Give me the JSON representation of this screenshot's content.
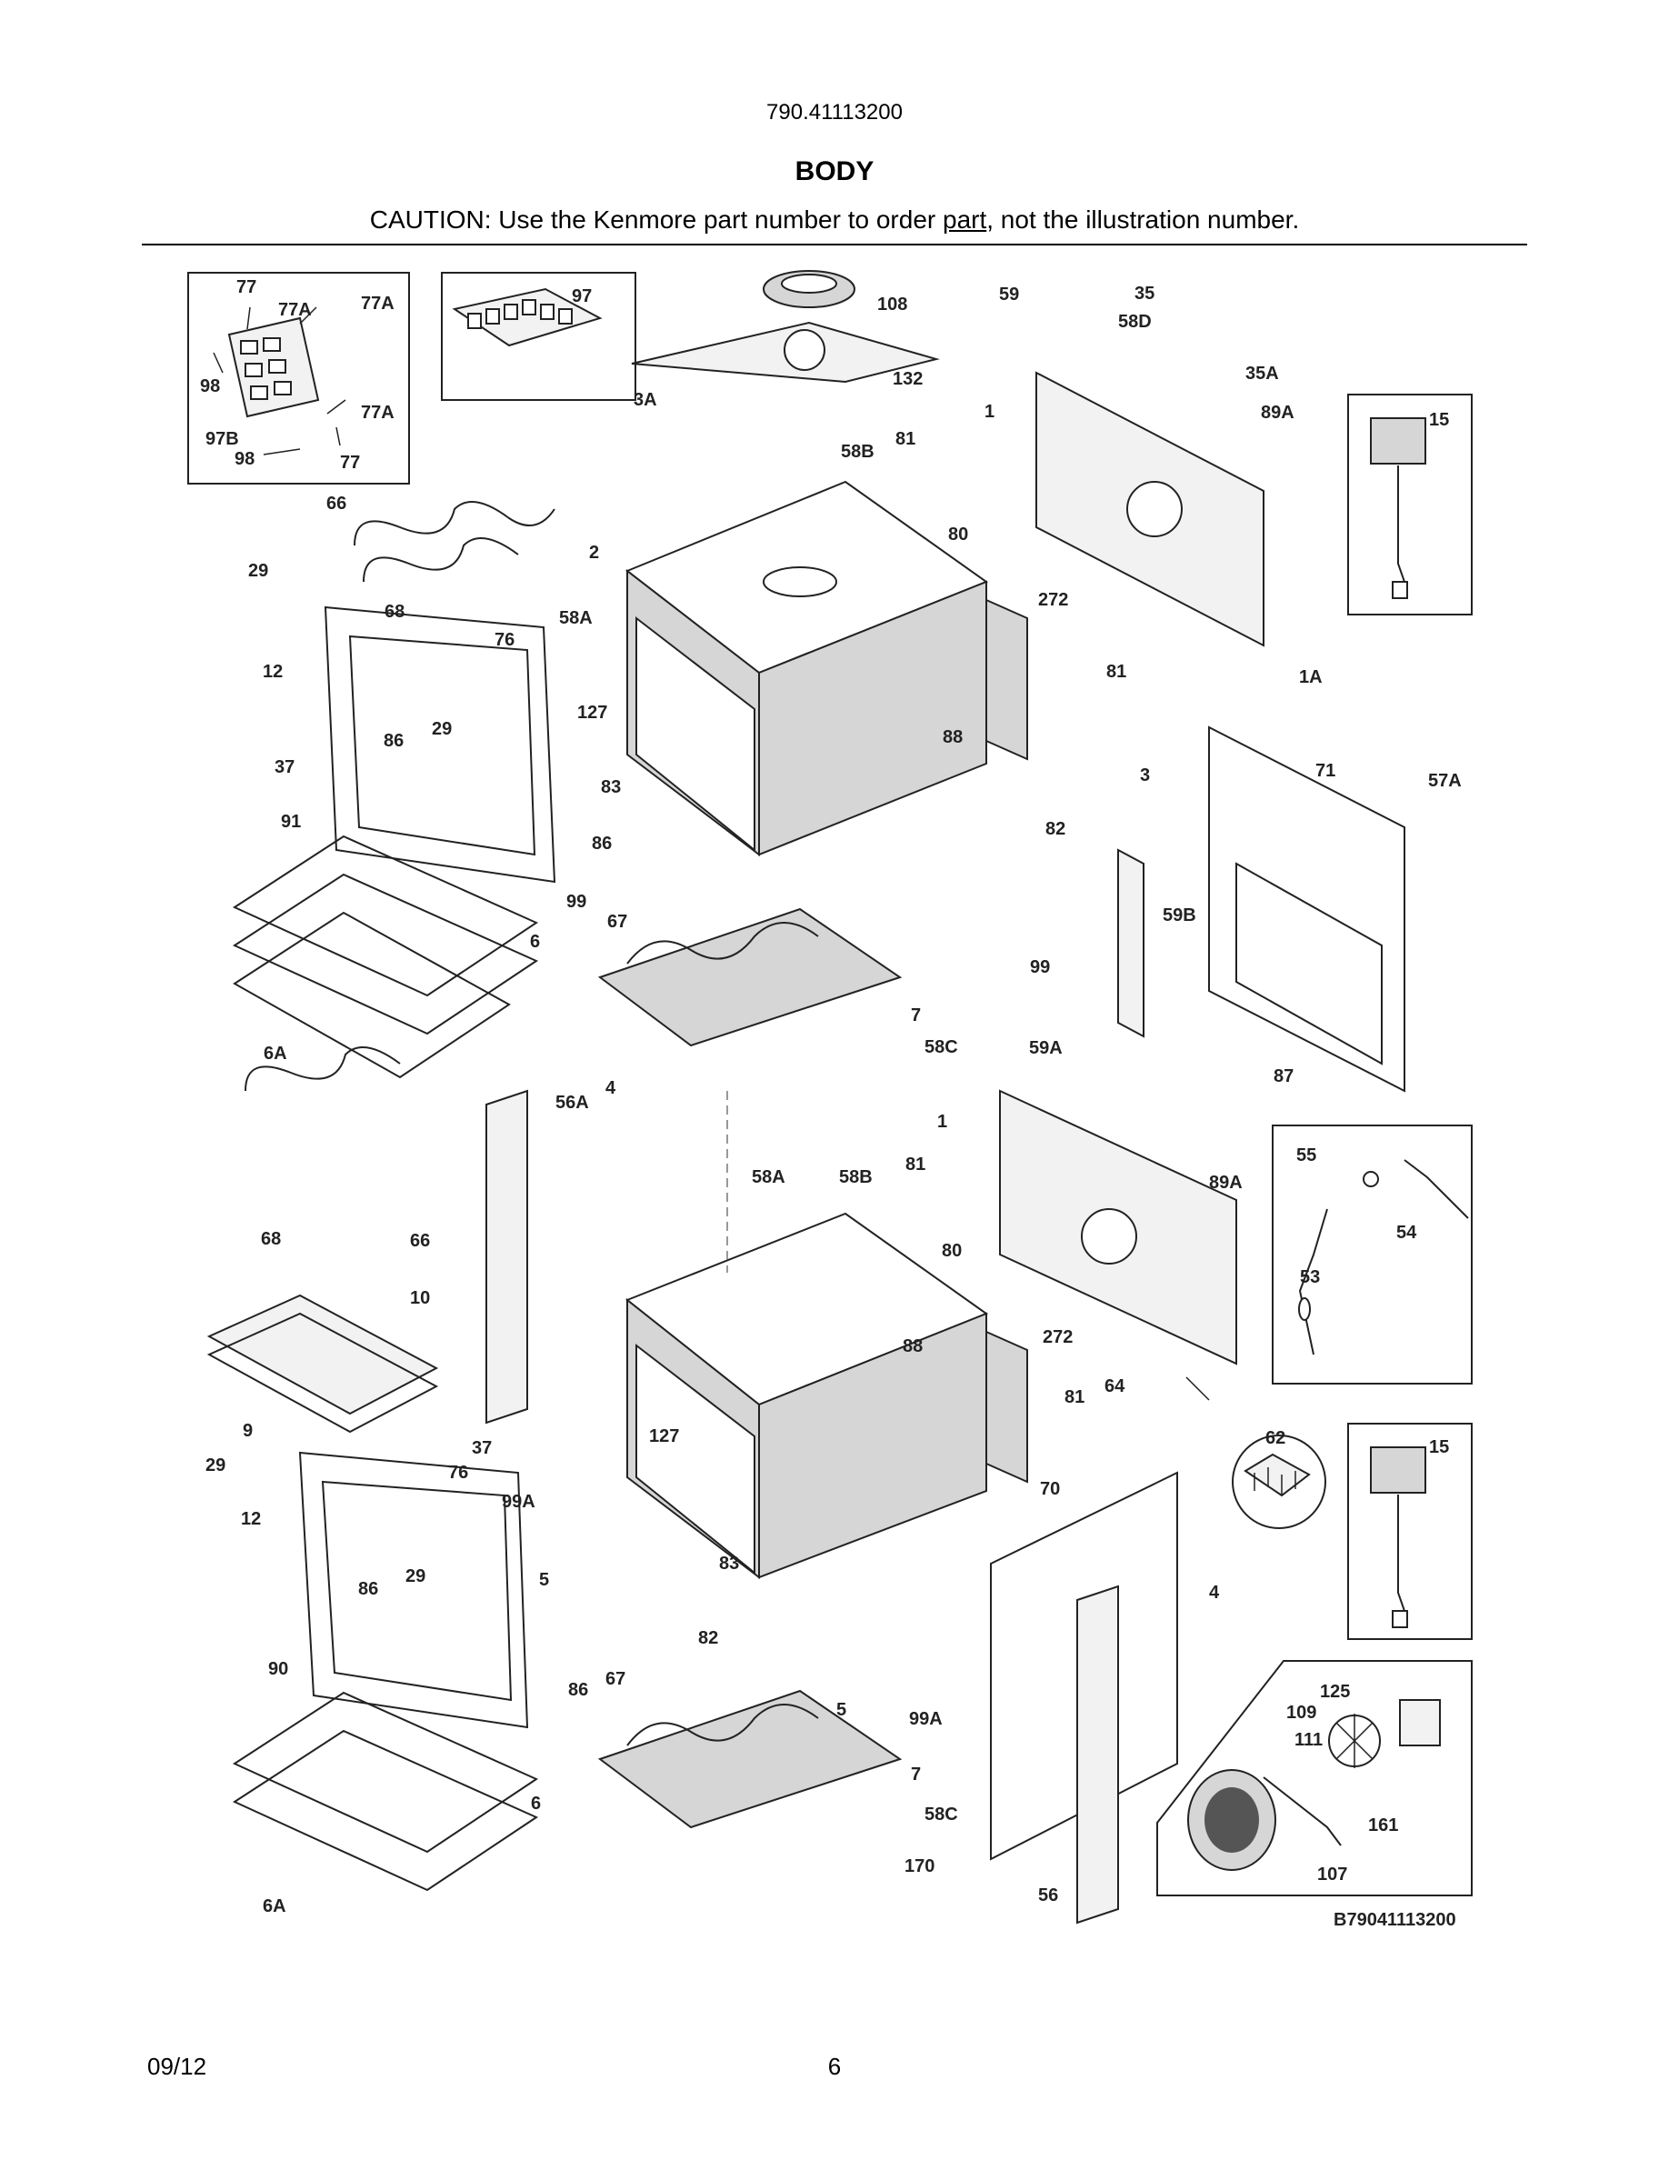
{
  "header": {
    "model_number": "790.41113200",
    "section_title": "BODY",
    "caution_prefix": "CAUTION: Use the Kenmore part number to order ",
    "caution_link": "part",
    "caution_suffix": ", not the illustration number."
  },
  "diagram": {
    "part_labels": [
      "77",
      "77A",
      "77A",
      "98",
      "77A",
      "97B",
      "98",
      "77",
      "97",
      "108",
      "132",
      "3A",
      "59",
      "35",
      "58D",
      "35A",
      "1",
      "89A",
      "15",
      "58B",
      "81",
      "66",
      "2",
      "80",
      "272",
      "29",
      "68",
      "58A",
      "76",
      "12",
      "81",
      "1A",
      "127",
      "86",
      "29",
      "88",
      "37",
      "83",
      "3",
      "71",
      "57A",
      "91",
      "86",
      "82",
      "99",
      "67",
      "59B",
      "6",
      "99",
      "7",
      "58C",
      "59A",
      "87",
      "6A",
      "4",
      "56A",
      "1",
      "55",
      "54",
      "89A",
      "81",
      "58A",
      "58B",
      "53",
      "68",
      "66",
      "80",
      "272",
      "88",
      "10",
      "81",
      "64",
      "62",
      "15",
      "9",
      "37",
      "127",
      "29",
      "76",
      "70",
      "99A",
      "12",
      "5",
      "83",
      "4",
      "86",
      "29",
      "82",
      "90",
      "125",
      "109",
      "111",
      "67",
      "5",
      "99A",
      "86",
      "6",
      "161",
      "7",
      "58C",
      "170",
      "107",
      "56",
      "6A"
    ],
    "drawing_code": "B79041113200"
  },
  "footer": {
    "date": "09/12",
    "page_number": "6"
  }
}
